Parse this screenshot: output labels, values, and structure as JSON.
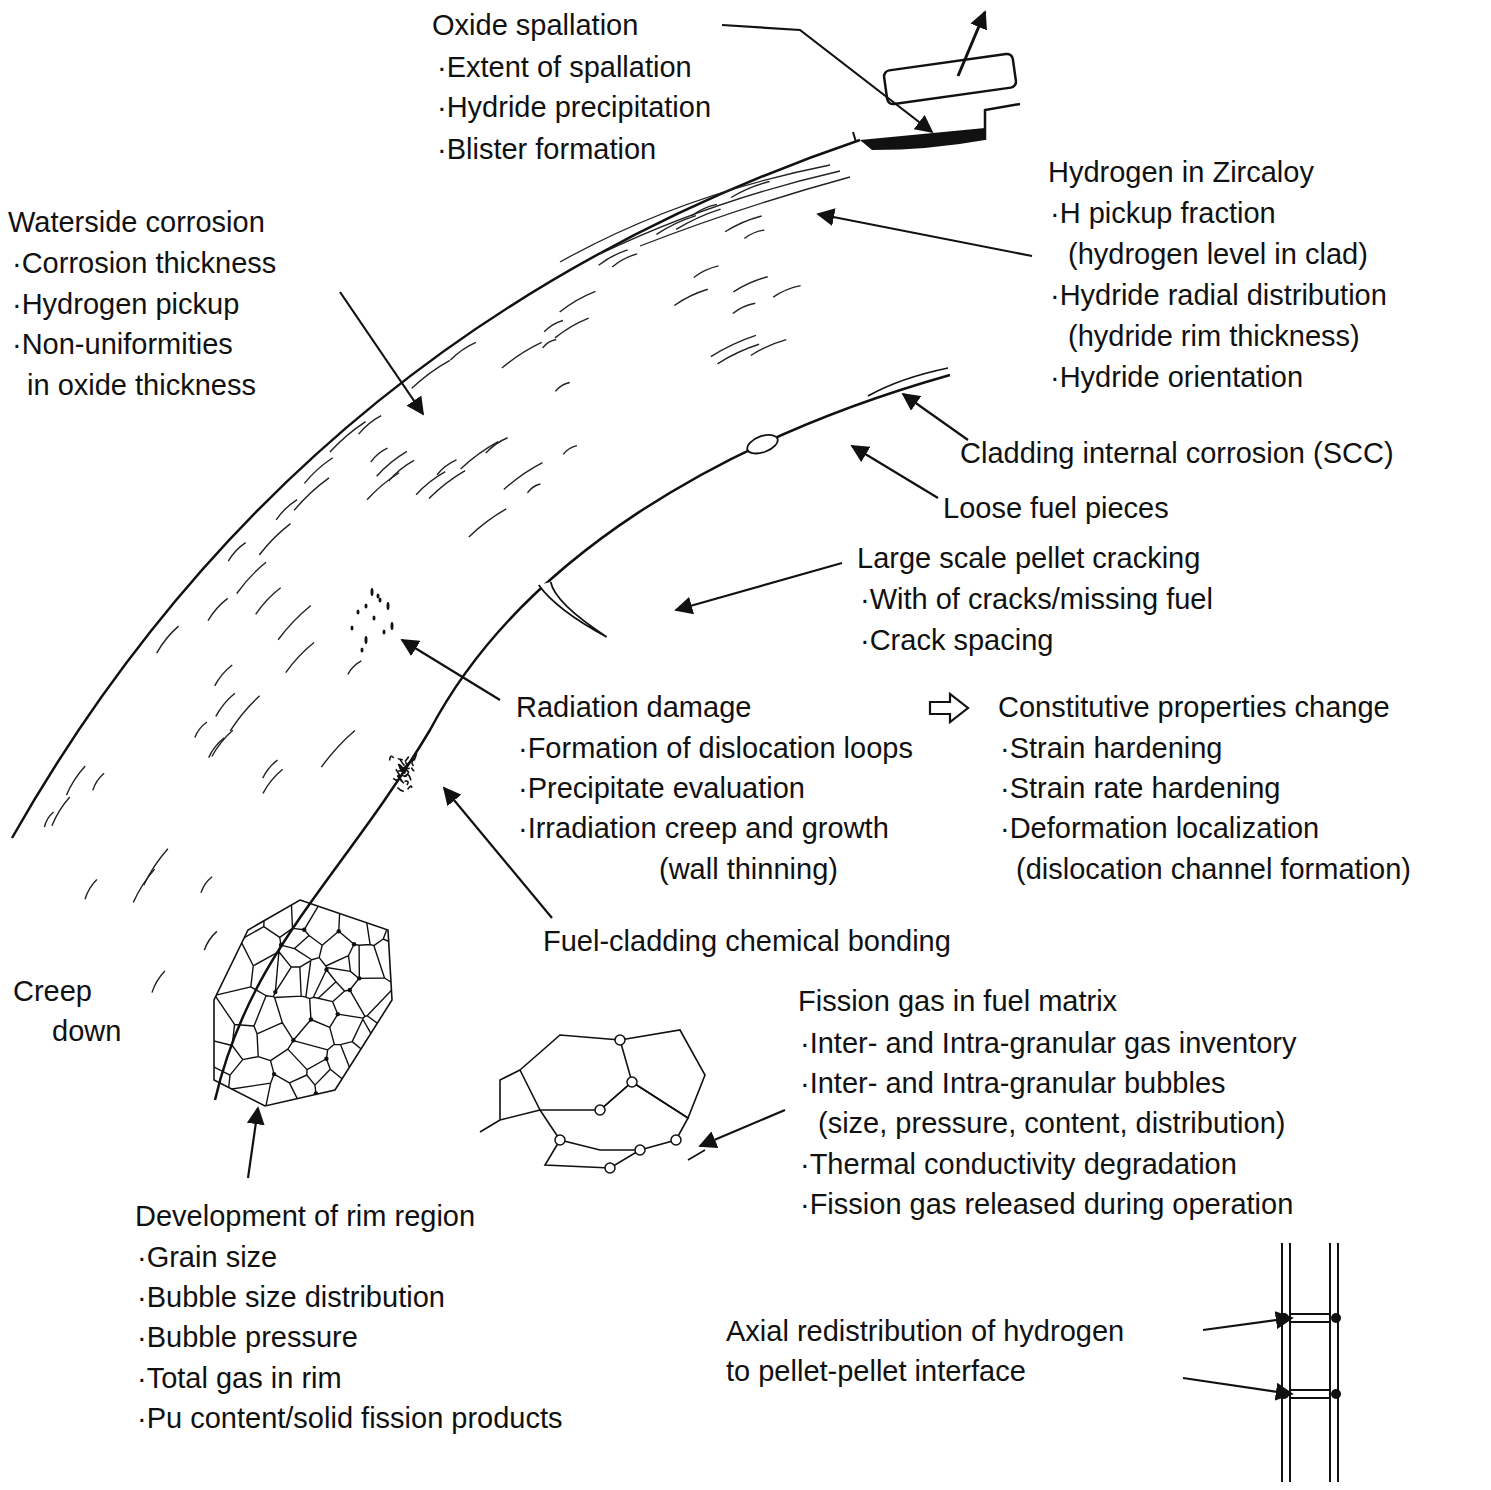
{
  "diagram": {
    "labels": [
      "Oxide spallation",
      "·Extent of spallation",
      "·Hydride precipitation",
      "·Blister formation",
      "Waterside corrosion",
      "·Corrosion thickness",
      "·Hydrogen pickup",
      "·Non-uniformities",
      "in oxide thickness",
      "Hydrogen in Zircaloy",
      "·H pickup fraction",
      "(hydrogen level in clad)",
      "·Hydride radial distribution",
      "(hydride rim thickness)",
      "·Hydride orientation",
      "Cladding internal corrosion (SCC)",
      "Loose fuel pieces",
      "Large scale pellet cracking",
      "·With of cracks/missing fuel",
      "·Crack spacing",
      "Radiation damage",
      "·Formation of dislocation loops",
      "·Precipitate evaluation",
      "·Irradiation creep and growth",
      "(wall thinning)",
      "Constitutive properties change",
      "·Strain hardening",
      "·Strain rate hardening",
      "·Deformation localization",
      "(dislocation channel formation)",
      "Fuel-cladding chemical bonding",
      "Creep",
      "down",
      "Fission gas in fuel matrix",
      "·Inter- and Intra-granular gas inventory",
      "·Inter- and Intra-granular bubbles",
      "(size, pressure, content, distribution)",
      "·Thermal conductivity degradation",
      "·Fission gas released during operation",
      "Development of rim region",
      "·Grain size",
      "·Bubble size distribution",
      "·Bubble pressure",
      "·Total gas in rim",
      "·Pu content/solid fission products",
      "Axial redistribution of hydrogen",
      "to pellet-pellet interface"
    ]
  }
}
